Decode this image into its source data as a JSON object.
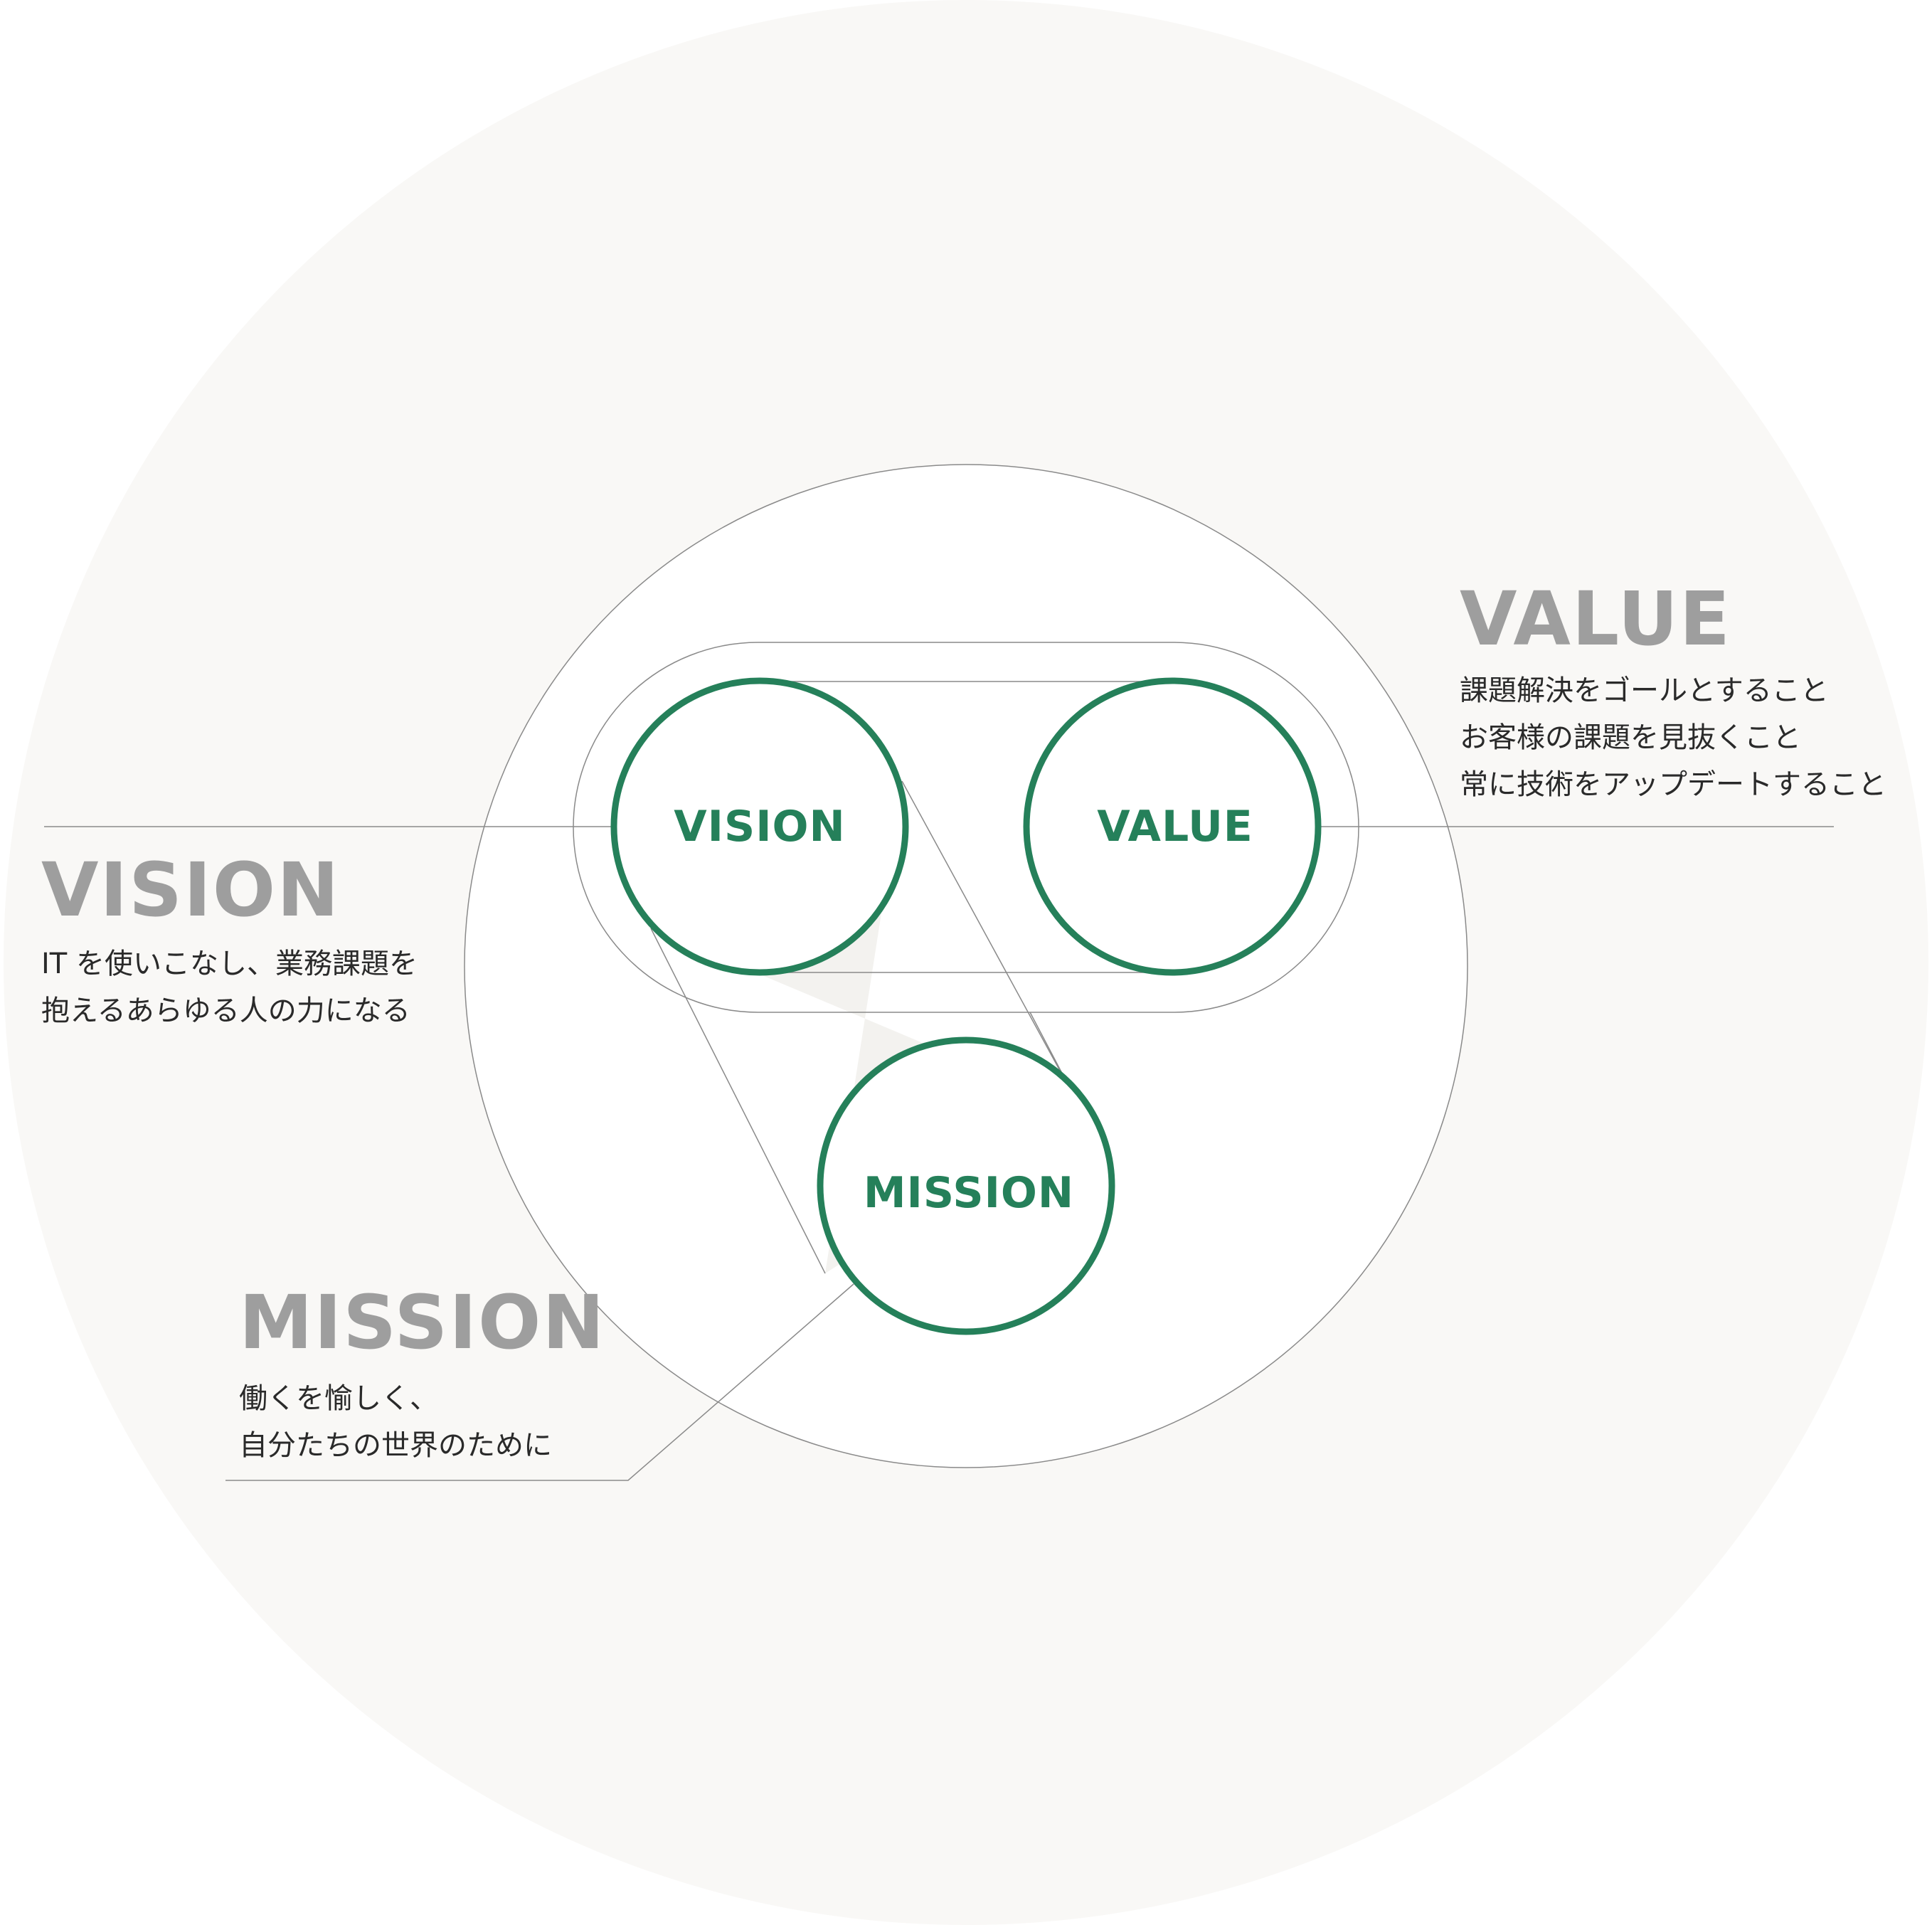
{
  "colors": {
    "background": "#ffffff",
    "outer_disc": "#f9f8f6",
    "inner_disc": "#ffffff",
    "accent_green": "#25805a",
    "heading_gray": "#9e9e9e",
    "body_text": "#2a2a2a",
    "connector_line": "#8a8a8a",
    "shaded_region": "#f3f2ef"
  },
  "nodes": {
    "vision": "VISION",
    "value": "VALUE",
    "mission": "MISSION"
  },
  "sections": {
    "vision": {
      "title": "VISION",
      "lines": [
        "IT を使いこなし、業務課題を",
        "抱えるあらゆる人の力になる"
      ]
    },
    "value": {
      "title": "VALUE",
      "lines": [
        "課題解決をゴールとすること",
        "お客様の課題を見抜くこと",
        "常に技術をアップデートすること"
      ]
    },
    "mission": {
      "title": "MISSION",
      "lines": [
        "働くを愉しく、",
        "自分たちの世界のために"
      ]
    }
  }
}
